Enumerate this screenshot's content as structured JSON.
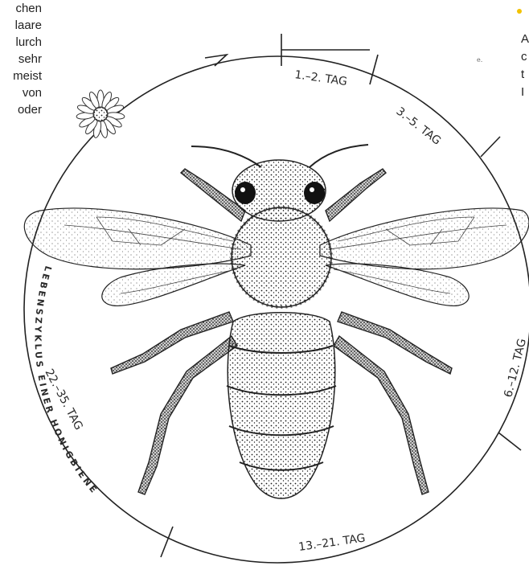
{
  "left_text_lines": [
    "chen",
    "laare",
    "lurch",
    "sehr",
    "meist",
    "von",
    "oder"
  ],
  "right_text_lines": [
    "A",
    "c",
    "t",
    "I"
  ],
  "small_mark": "e.",
  "ring_title": "LEBENSZYKLUS EINER HONIGBIENE",
  "stages": {
    "s1": "1.–2. TAG",
    "s2": "3.–5. TAG",
    "s3": "6.–12. TAG",
    "s4": "13.–21. TAG",
    "s5": "22.–35. TAG"
  },
  "icons": [
    "daisy-flower",
    "honeybee-illustration",
    "direction-arrow"
  ],
  "colors": {
    "ink": "#1a1a1a",
    "paper": "#ffffff",
    "accent_yellow": "#f2c200"
  }
}
